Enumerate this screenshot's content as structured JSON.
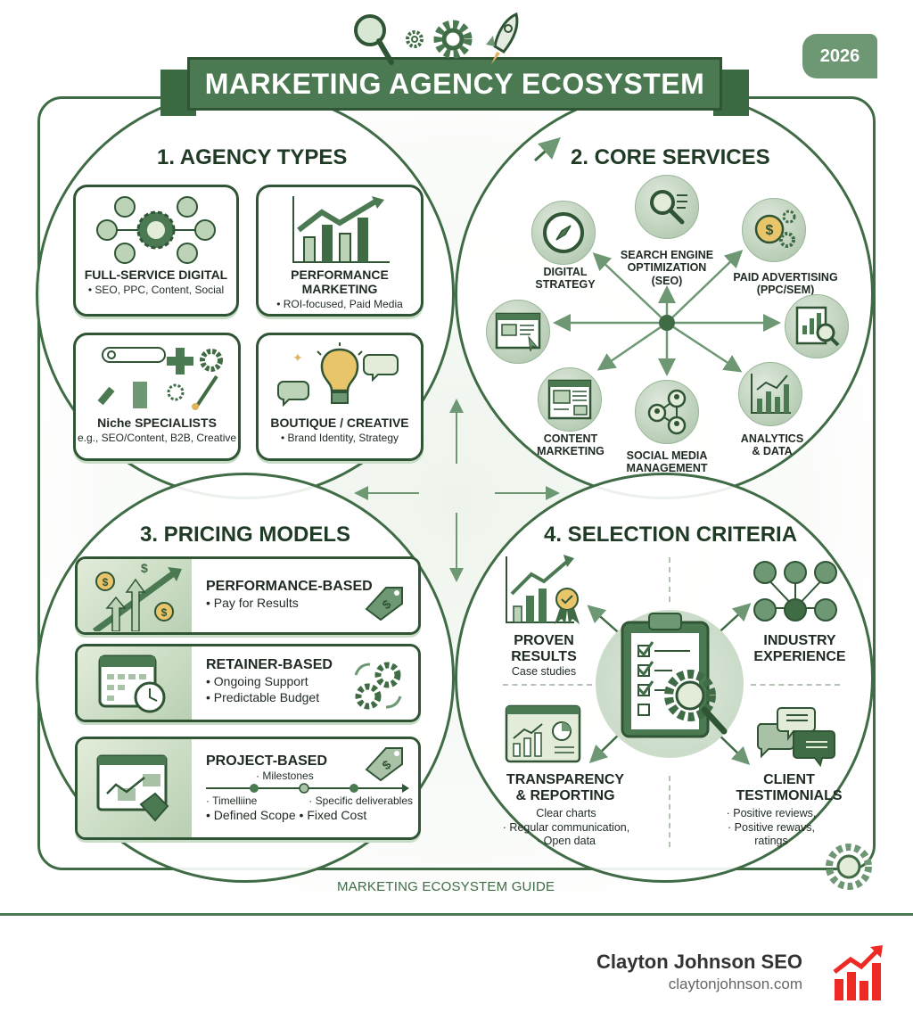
{
  "header": {
    "title": "MARKETING AGENCY ECOSYSTEM",
    "year": "2026",
    "icons": [
      "magnifier-icon",
      "small-gear-icon",
      "gear-icon",
      "rocket-icon"
    ]
  },
  "sections": {
    "agency_types": {
      "title": "1. AGENCY TYPES",
      "cards": [
        {
          "title": "FULL-SERVICE DIGITAL",
          "subtitle": "• SEO, PPC, Content, Social",
          "icon": "hub-gear-icon"
        },
        {
          "title": "PERFORMANCE MARKETING",
          "subtitle": "• ROI-focused, Paid Media",
          "icon": "growth-chart-icon"
        },
        {
          "title": "Niche SPECIALISTS",
          "subtitle": "e.g., SEO/Content, B2B, Creative",
          "icon": "tools-icon"
        },
        {
          "title": "BOUTIQUE / CREATIVE",
          "subtitle": "• Brand Identity, Strategy",
          "icon": "lightbulb-icon"
        }
      ]
    },
    "core_services": {
      "title": "2. CORE SERVICES",
      "services": [
        {
          "label": "DIGITAL\nSTRATEGY",
          "icon": "compass-icon"
        },
        {
          "label": "SEARCH ENGINE\nOPTIMIZATION\n(SEO)",
          "icon": "search-icon"
        },
        {
          "label": "PAID ADVERTISING\n(PPC/SEM)",
          "icon": "dollar-gears-icon"
        },
        {
          "label": "",
          "icon": "web-page-cursor-icon"
        },
        {
          "label": "",
          "icon": "report-magnifier-icon"
        },
        {
          "label": "CONTENT\nMARKETING",
          "icon": "content-page-icon"
        },
        {
          "label": "SOCIAL MEDIA\nMANAGEMENT",
          "icon": "social-network-icon"
        },
        {
          "label": "ANALYTICS\n& DATA",
          "icon": "analytics-chart-icon"
        }
      ]
    },
    "pricing_models": {
      "title": "3. PRICING MODELS",
      "models": [
        {
          "title": "PERFORMANCE-BASED",
          "lines": [
            "• Pay for Results"
          ],
          "icon": "rising-dollars-icon",
          "tag_icon": "price-tag-icon"
        },
        {
          "title": "RETAINER-BASED",
          "lines": [
            "• Ongoing Support",
            "• Predictable Budget"
          ],
          "icon": "calendar-clock-icon",
          "tag_icon": "cycling-gears-icon"
        },
        {
          "title": "PROJECT-BASED",
          "milestones_label": "· Milestones",
          "timeline_left": "· Timelliine",
          "timeline_right": "· Specific deliverables",
          "lines": [
            "• Defined Scope • Fixed Cost"
          ],
          "icon": "project-dashboard-icon",
          "tag_icon": "price-tag-icon"
        }
      ]
    },
    "selection_criteria": {
      "title": "4. SELECTION CRITERIA",
      "criteria": [
        {
          "title": "PROVEN\nRESULTS",
          "subtitle": "Case studies",
          "icon": "chart-award-icon"
        },
        {
          "title": "INDUSTRY\nEXPERIENCE",
          "subtitle": "",
          "icon": "network-people-icon"
        },
        {
          "title": "TRANSPARENCY\n& REPORTING",
          "subtitle": "Clear charts\n· Regular communication,\n· Open data",
          "icon": "dashboard-report-icon"
        },
        {
          "title": "CLIENT\nTESTIMONIALS",
          "subtitle": "· Positive reviews,\n· Positive rewavs,\nratings",
          "icon": "chat-bubbles-icon"
        }
      ],
      "center_icon": "clipboard-checklist-icon"
    }
  },
  "footer": {
    "guide_label": "MARKETING ECOSYSTEM GUIDE",
    "brand_name": "Clayton Johnson SEO",
    "brand_url": "claytonjohnson.com",
    "brand_color": "#ee2a24",
    "accent_color": "#4b7a52"
  }
}
